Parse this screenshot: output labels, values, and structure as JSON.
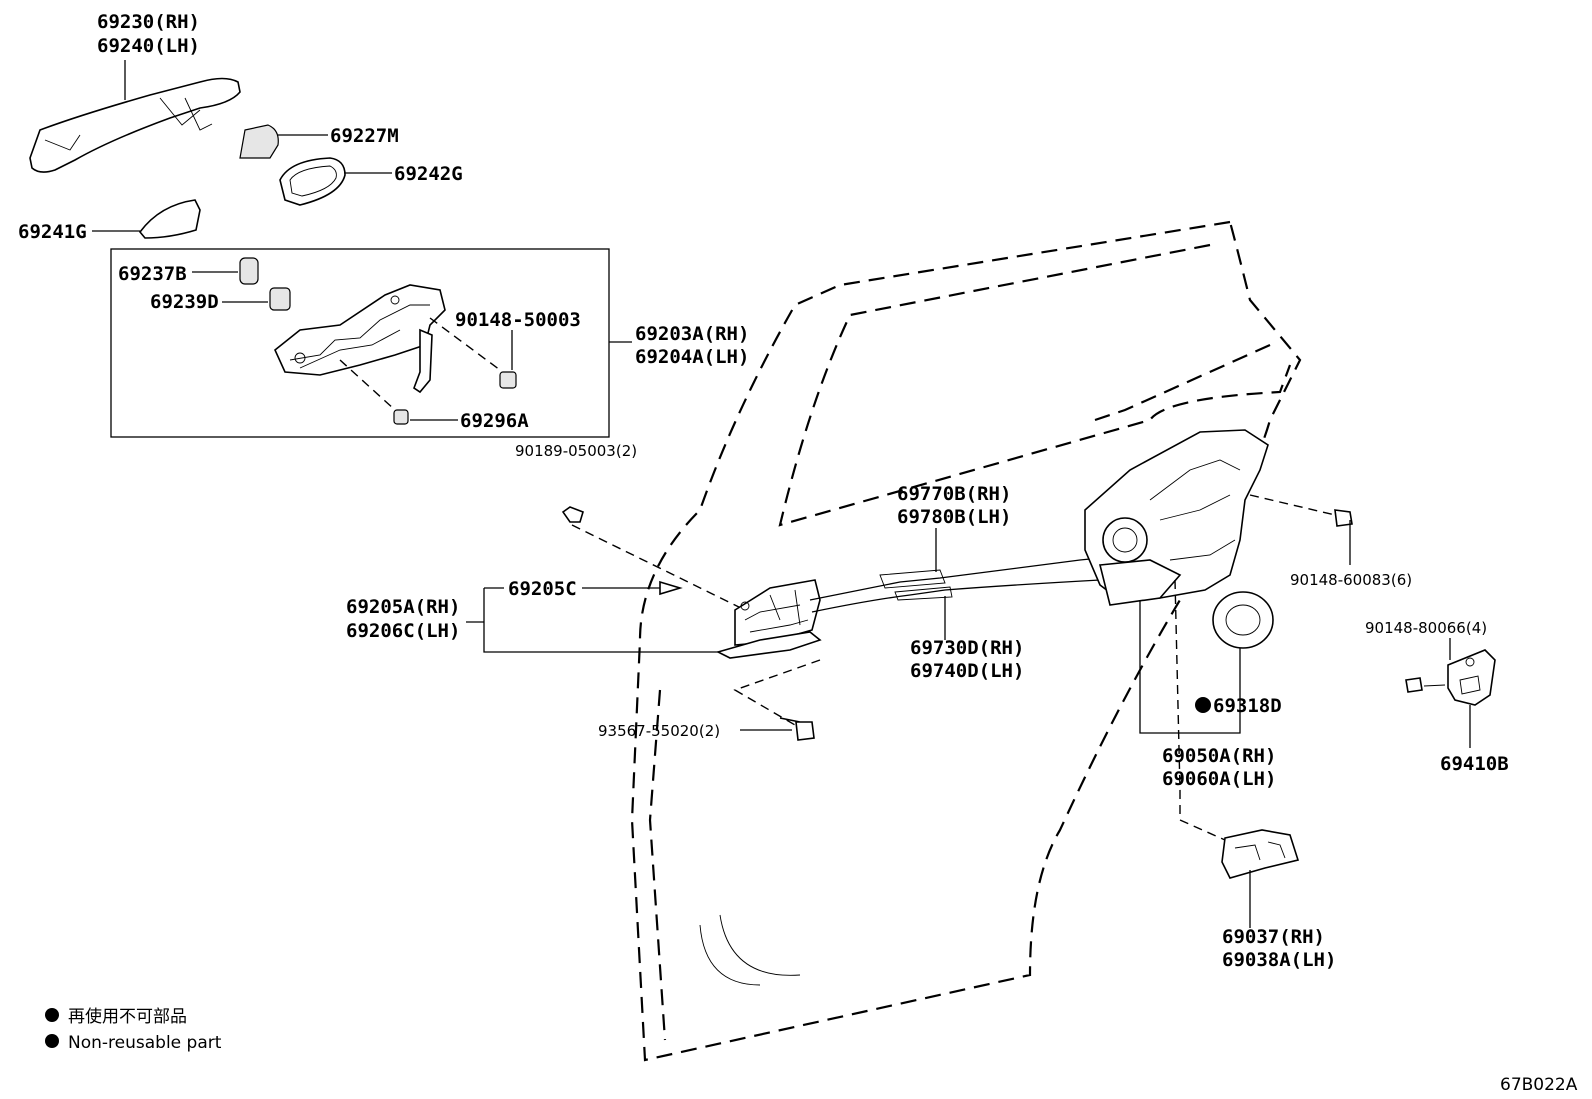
{
  "labels": {
    "p69230": "69230(RH)",
    "p69240": "69240(LH)",
    "p69227M": "69227M",
    "p69242G": "69242G",
    "p69241G": "69241G",
    "p69237B": "69237B",
    "p69239D": "69239D",
    "p90148_50003": "90148-50003",
    "p69203A": "69203A(RH)",
    "p69204A": "69204A(LH)",
    "p69296A": "69296A",
    "p90189": "90189-05003(2)",
    "p69770B": "69770B(RH)",
    "p69780B": "69780B(LH)",
    "p90148_60083": "90148-60083(6)",
    "p69205C": "69205C",
    "p69205A": "69205A(RH)",
    "p69206C": "69206C(LH)",
    "p69730D": "69730D(RH)",
    "p69740D": "69740D(LH)",
    "p90148_80066": "90148-80066(4)",
    "p69318D": "69318D",
    "p93567": "93567-55020(2)",
    "p69050A": "69050A(RH)",
    "p69060A": "69060A(LH)",
    "p69410B": "69410B",
    "p69037": "69037(RH)",
    "p69038A": "69038A(LH)"
  },
  "legend": {
    "line1": "再使用不可部品",
    "line2": "Non-reusable part"
  },
  "drawing_code": "67B022A",
  "colors": {
    "ink": "#000000",
    "background": "#ffffff",
    "shade": "#e6e6e6"
  }
}
